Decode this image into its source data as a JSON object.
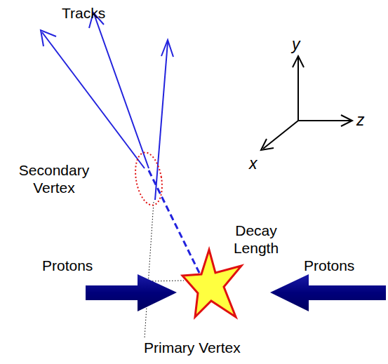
{
  "diagram": {
    "labels": [
      "Tracks",
      "y",
      "z",
      "x",
      "Secondary Vertex",
      "Decay Length",
      "Protons",
      "Protons",
      "Primary Vertex"
    ]
  }
}
